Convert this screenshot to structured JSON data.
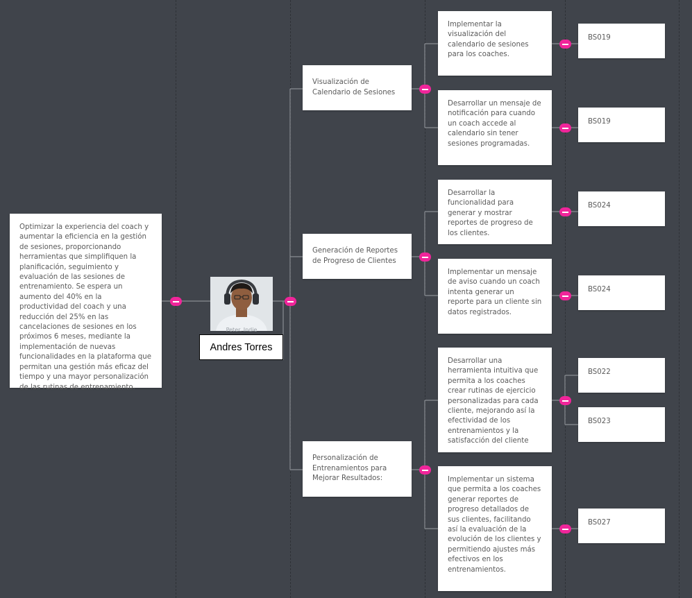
{
  "colors": {
    "background": "#40444b",
    "card": "#ffffff",
    "card_text": "#5a5a5a",
    "connector": "#8a8e93",
    "toggle": "#f0259a"
  },
  "objective": "Optimizar la experiencia del coach y aumentar la eficiencia en la gestión de sesiones, proporcionando herramientas que simplifiquen la planificación, seguimiento y evaluación de las sesiones de entrenamiento. Se espera un aumento del 40% en la productividad del coach y una reducción del 25% en las cancelaciones de sesiones en los próximos 6 meses, mediante la implementación de nuevas funcionalidades en la plataforma que permitan una gestión más eficaz del tiempo y una mayor personalización de las rutinas de entrenamiento.",
  "persona": {
    "photo_caption": "Peter. Indie",
    "name": "Andres Torres"
  },
  "goals": [
    {
      "title": "Visualización de Calendario de Sesiones",
      "features": [
        {
          "text": "Implementar la visualización del calendario de sesiones para los coaches.",
          "codes": [
            "BS019"
          ]
        },
        {
          "text": "Desarrollar un mensaje de notificación para cuando un coach accede al calendario sin tener sesiones programadas.",
          "codes": [
            "BS019"
          ]
        }
      ]
    },
    {
      "title": "Generación de Reportes de Progreso de Clientes",
      "features": [
        {
          "text": "Desarrollar la funcionalidad para generar y mostrar reportes de progreso de los clientes.",
          "codes": [
            "BS024"
          ]
        },
        {
          "text": "Implementar un mensaje de aviso cuando un coach intenta generar un reporte para un cliente sin datos registrados.",
          "codes": [
            "BS024"
          ]
        }
      ]
    },
    {
      "title": "Personalización de Entrenamientos para Mejorar Resultados:",
      "features": [
        {
          "text": "Desarrollar una herramienta intuitiva que permita a los coaches crear rutinas de ejercicio personalizadas para cada cliente, mejorando así la efectividad de los entrenamientos y la satisfacción del cliente",
          "codes": [
            "BS022",
            "BS023"
          ]
        },
        {
          "text": "Implementar un sistema que permita a los coaches generar reportes de progreso detallados de sus clientes, facilitando así la evaluación de la evolución de los clientes y permitiendo ajustes más efectivos en los entrenamientos.",
          "codes": [
            "BS027"
          ]
        }
      ]
    }
  ]
}
